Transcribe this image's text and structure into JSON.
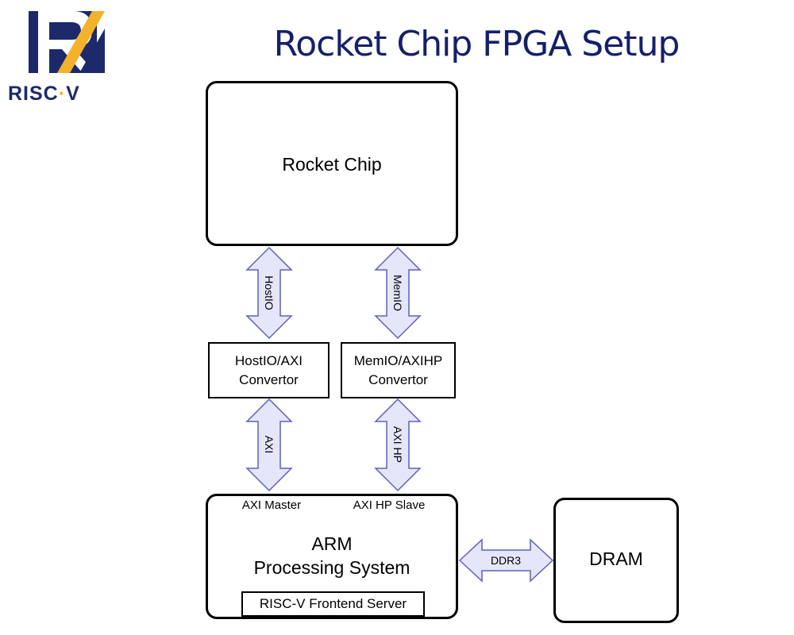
{
  "logo": {
    "text_main": "RISC",
    "text_dot": "·",
    "text_v": "V"
  },
  "title": "Rocket Chip FPGA Setup",
  "rocket_chip": {
    "label": "Rocket Chip"
  },
  "links": {
    "hostio": "HostIO",
    "memio": "MemIO",
    "axi": "AXI",
    "axi_hp": "AXI HP",
    "ddr3": "DDR3"
  },
  "hostio_convertor": {
    "line1": "HostIO/AXI",
    "line2": "Convertor"
  },
  "memio_convertor": {
    "line1": "MemIO/AXIHP",
    "line2": "Convertor"
  },
  "arm": {
    "port_master": "AXI Master",
    "port_slave": "AXI HP Slave",
    "line1": "ARM",
    "line2": "Processing System",
    "frontend": "RISC-V Frontend Server"
  },
  "dram": {
    "label": "DRAM"
  },
  "colors": {
    "logo_blue": "#1c2a6b",
    "logo_gold": "#f3b229",
    "title": "#15206b",
    "arrow_fill": "#e6e6fb",
    "arrow_stroke": "#5b62b8"
  }
}
